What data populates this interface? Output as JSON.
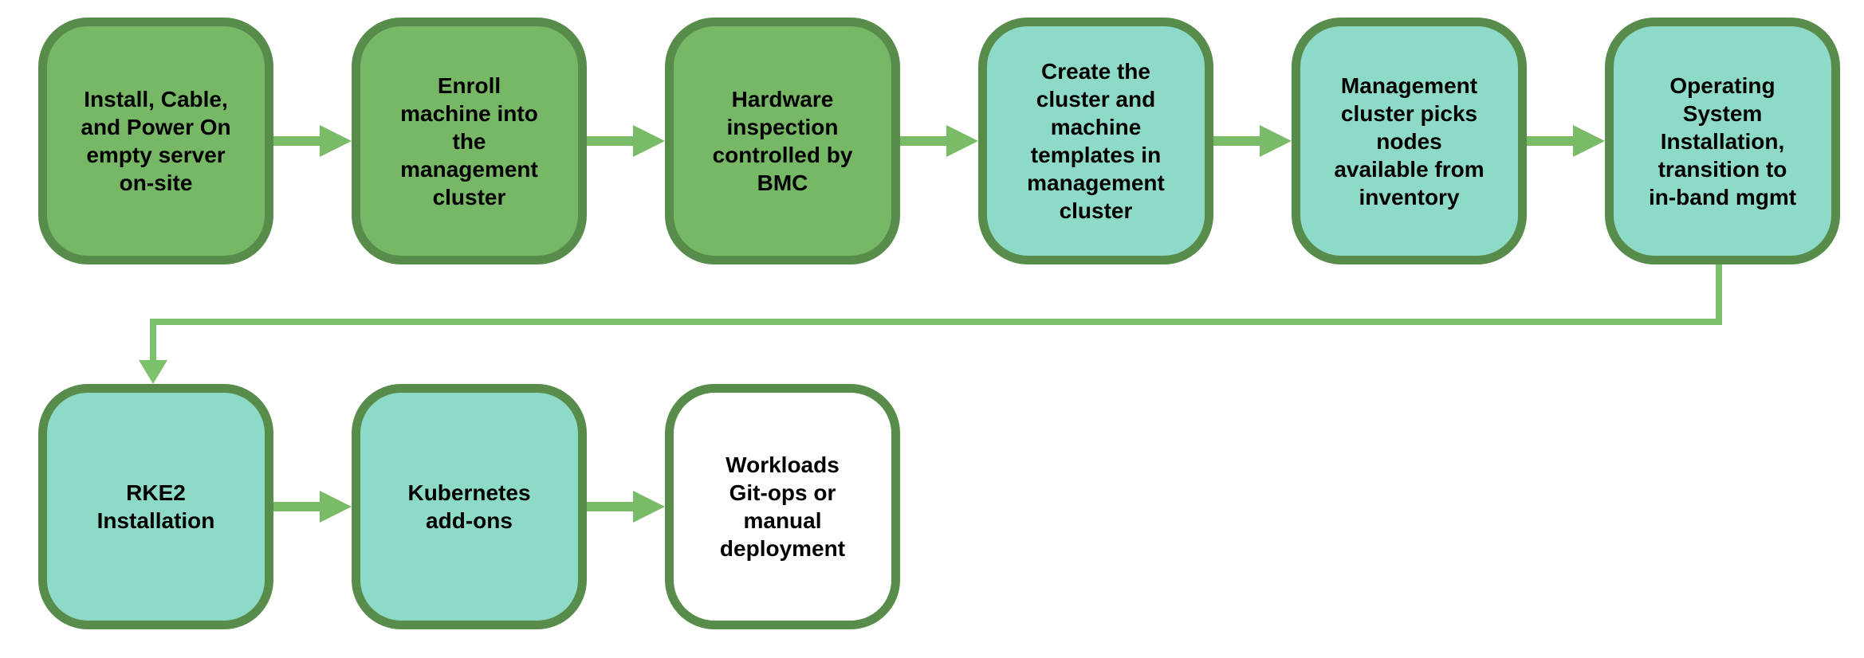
{
  "diagram": {
    "type": "flowchart",
    "background": "#ffffff",
    "palette": {
      "green_fill": "#76b865",
      "teal_fill": "#8edac8",
      "white_fill": "#ffffff",
      "node_border_green": "#578c4b",
      "arrow_green": "#79bb67",
      "connector_green": "#7cc26c",
      "text_color": "#000000"
    },
    "nodes": [
      {
        "id": 1,
        "label": "Install, Cable,\nand Power On\nempty server\non-site",
        "variant": "green"
      },
      {
        "id": 2,
        "label": "Enroll\nmachine into\nthe\nmanagement\ncluster",
        "variant": "green"
      },
      {
        "id": 3,
        "label": "Hardware\ninspection\ncontrolled by\nBMC",
        "variant": "green"
      },
      {
        "id": 4,
        "label": "Create the\ncluster and\nmachine\ntemplates in\nmanagement\ncluster",
        "variant": "teal"
      },
      {
        "id": 5,
        "label": "Management\ncluster picks\nnodes\navailable from\ninventory",
        "variant": "teal"
      },
      {
        "id": 6,
        "label": "Operating\nSystem\nInstallation,\ntransition to\nin-band mgmt",
        "variant": "teal"
      },
      {
        "id": 7,
        "label": "RKE2\nInstallation",
        "variant": "teal"
      },
      {
        "id": 8,
        "label": "Kubernetes\nadd-ons",
        "variant": "teal"
      },
      {
        "id": 9,
        "label": "Workloads\nGit-ops or\nmanual\ndeployment",
        "variant": "white"
      }
    ],
    "edges": [
      {
        "from": 1,
        "to": 2,
        "style": "straight-right-arrow"
      },
      {
        "from": 2,
        "to": 3,
        "style": "straight-right-arrow"
      },
      {
        "from": 3,
        "to": 4,
        "style": "straight-right-arrow"
      },
      {
        "from": 4,
        "to": 5,
        "style": "straight-right-arrow"
      },
      {
        "from": 5,
        "to": 6,
        "style": "straight-right-arrow"
      },
      {
        "from": 6,
        "to": 7,
        "style": "elbow-down-left-down-arrow"
      },
      {
        "from": 7,
        "to": 8,
        "style": "straight-right-arrow"
      },
      {
        "from": 8,
        "to": 9,
        "style": "straight-right-arrow"
      }
    ]
  }
}
